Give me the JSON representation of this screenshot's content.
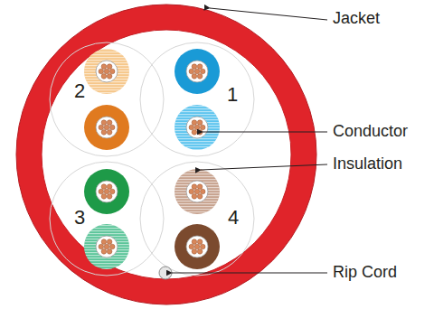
{
  "diagram": {
    "labels": [
      "Jacket",
      "Conductor",
      "Insulation",
      "Rip Cord",
      "2",
      "1",
      "3",
      "4"
    ]
  }
}
